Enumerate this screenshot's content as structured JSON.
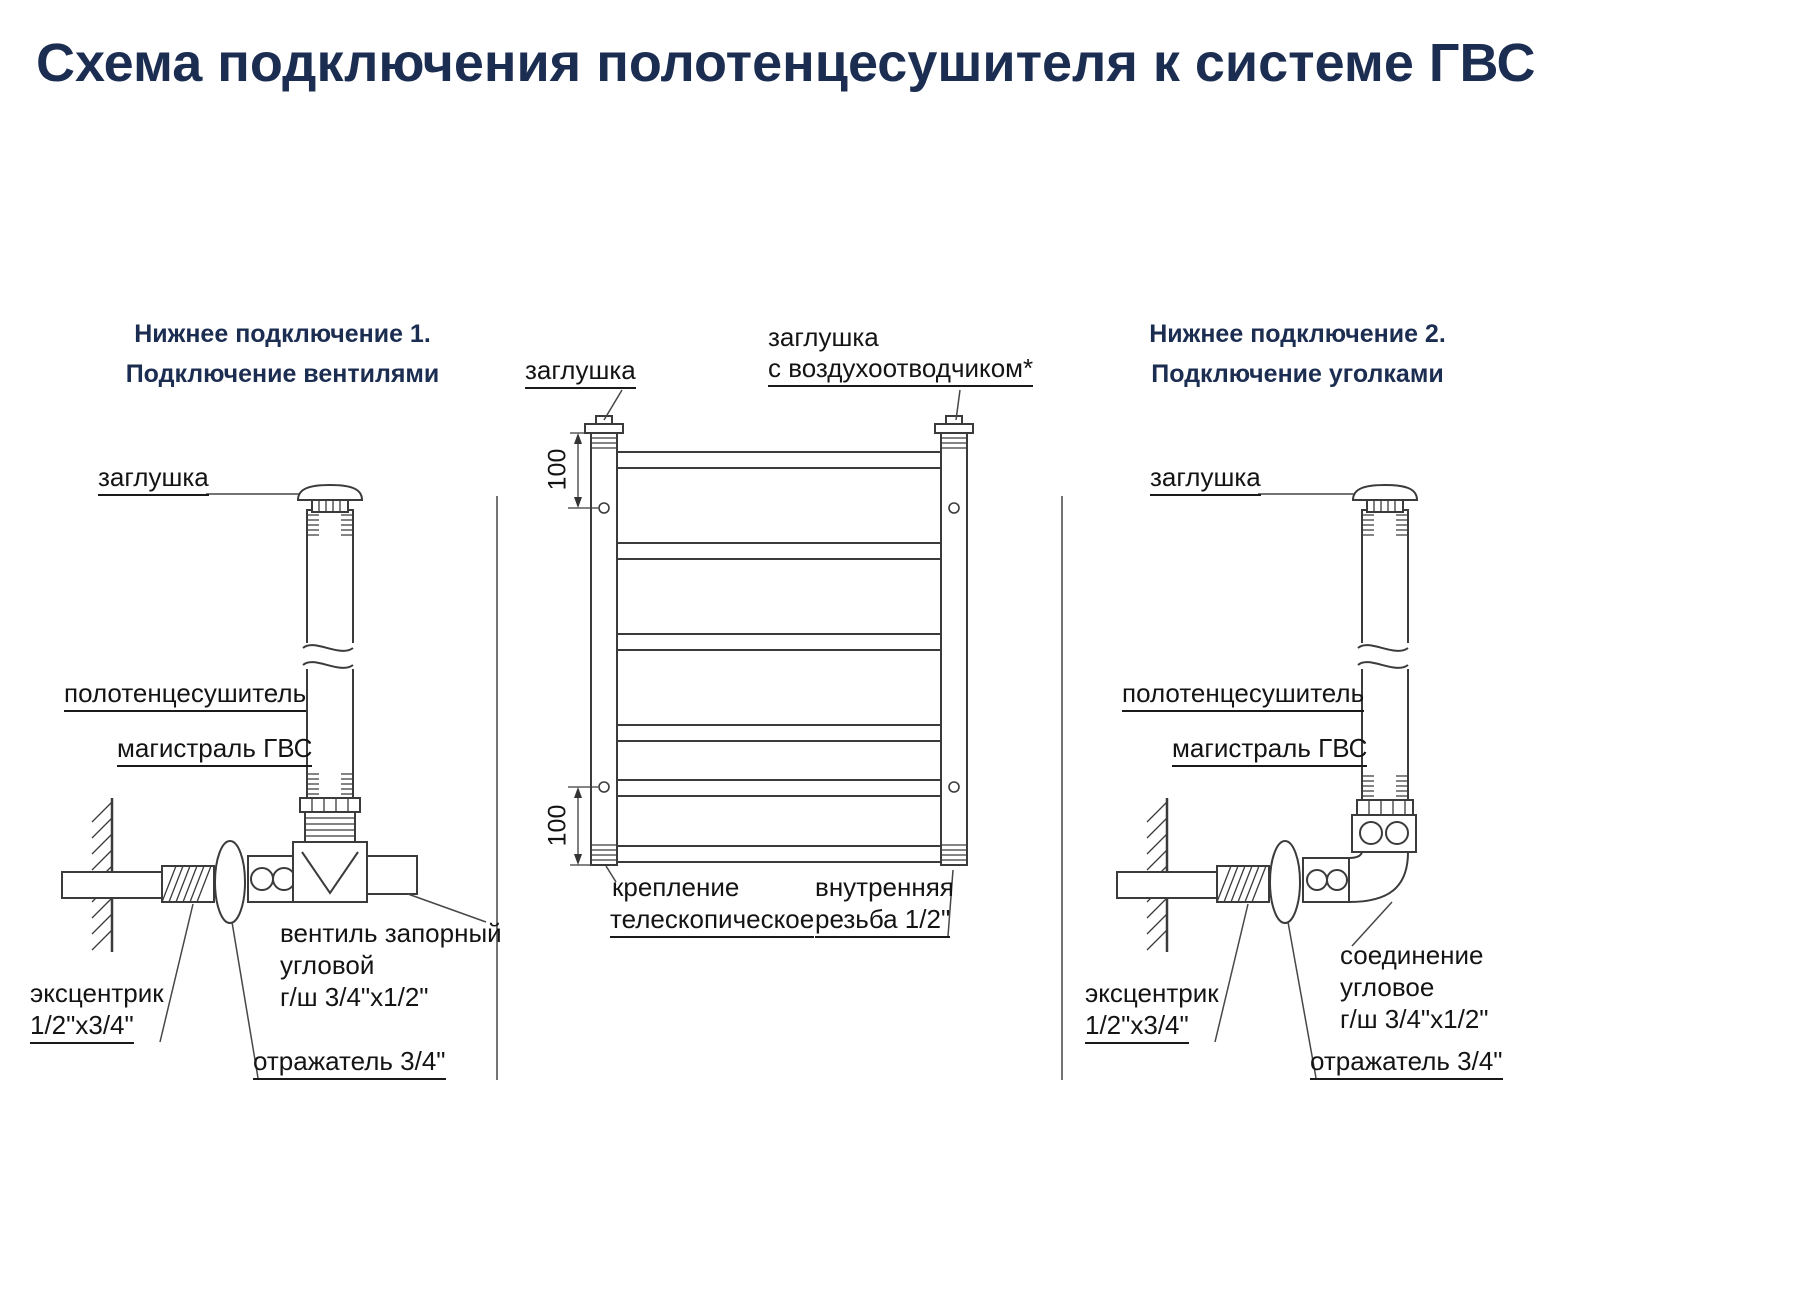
{
  "title": "Схема подключения полотенцесушителя к системе ГВС",
  "colors": {
    "title": "#1c2d52",
    "heading": "#1c2d52",
    "line": "#3b3b3b",
    "text": "#141414"
  },
  "sections": {
    "left": {
      "heading1": "Нижнее подключение 1.",
      "heading2": "Подключение вентилями",
      "labels": {
        "plug": "заглушка",
        "towel_rail": "полотенцесушитель",
        "hws_main": "магистраль ГВС",
        "valve1": "вентиль запорный",
        "valve2": "угловой",
        "valve3": "г/ш 3/4\"х1/2\"",
        "eccentric1": "эксцентрик",
        "eccentric2": "1/2\"х3/4\"",
        "reflector": "отражатель 3/4\""
      }
    },
    "center": {
      "labels": {
        "plug_left": "заглушка",
        "plug_right1": "заглушка",
        "plug_right2": "с воздухоотводчиком*",
        "dim_top": "100",
        "dim_bottom": "100",
        "mount1": "крепление",
        "mount2": "телескопическое",
        "thread1": "внутренняя",
        "thread2": "резьба 1/2\""
      }
    },
    "right": {
      "heading1": "Нижнее подключение 2.",
      "heading2": "Подключение уголками",
      "labels": {
        "plug": "заглушка",
        "towel_rail": "полотенцесушитель",
        "hws_main": "магистраль ГВС",
        "elbow1": "соединение",
        "elbow2": "угловое",
        "elbow3": "г/ш 3/4\"х1/2\"",
        "eccentric1": "эксцентрик",
        "eccentric2": "1/2\"х3/4\"",
        "reflector": "отражатель 3/4\""
      }
    }
  }
}
